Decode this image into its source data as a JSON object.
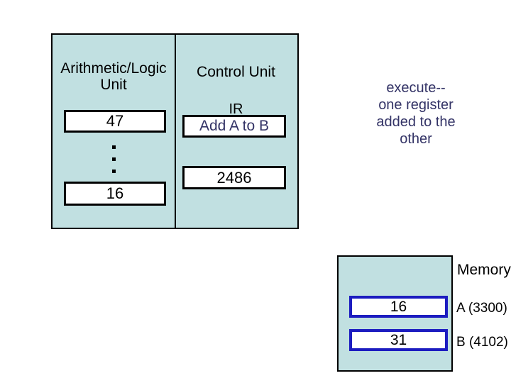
{
  "colors": {
    "box_fill": "#C1E0E1",
    "outline": "#000000",
    "memory_cell_border": "#1C1CC0",
    "dark_blue_text": "#333366"
  },
  "cpu": {
    "alu_title": "Arithmetic/Logic\nUnit",
    "cu_title": "Control Unit",
    "alu_registers": [
      "47",
      "16"
    ],
    "ir_label": "IR",
    "ir_value": "Add A to B",
    "cu_register_value": "2486"
  },
  "annotation": {
    "text": "execute--\none register\nadded to the\nother"
  },
  "memory": {
    "title": "Memory",
    "cells": [
      {
        "value": "16",
        "label": "A (3300)"
      },
      {
        "value": "31",
        "label": "B (4102)"
      }
    ]
  }
}
